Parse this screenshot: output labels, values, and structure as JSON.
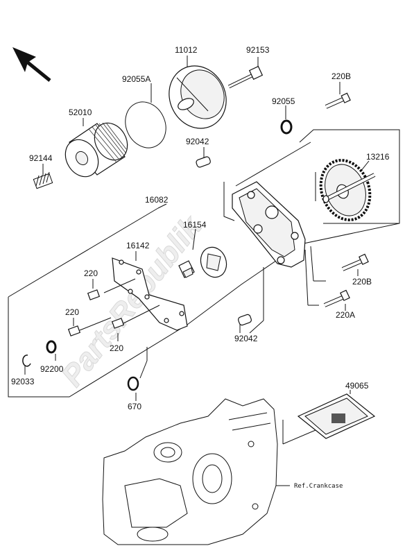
{
  "watermark": "PartsRepublik",
  "labels": {
    "p11012": "11012",
    "p92153": "92153",
    "p92055A": "92055A",
    "p52010": "52010",
    "p92144": "92144",
    "p92055": "92055",
    "p220B_top": "220B",
    "p92042_top": "92042",
    "p13216": "13216",
    "p16082": "16082",
    "p16154": "16154",
    "p16142": "16142",
    "p220_a": "220",
    "p220_b": "220",
    "p220_c": "220",
    "p220B_mid": "220B",
    "p220A": "220A",
    "p92042_bot": "92042",
    "p92200": "92200",
    "p92033": "92033",
    "p670": "670",
    "p49065": "49065",
    "ref_crankcase": "Ref.Crankcase"
  }
}
